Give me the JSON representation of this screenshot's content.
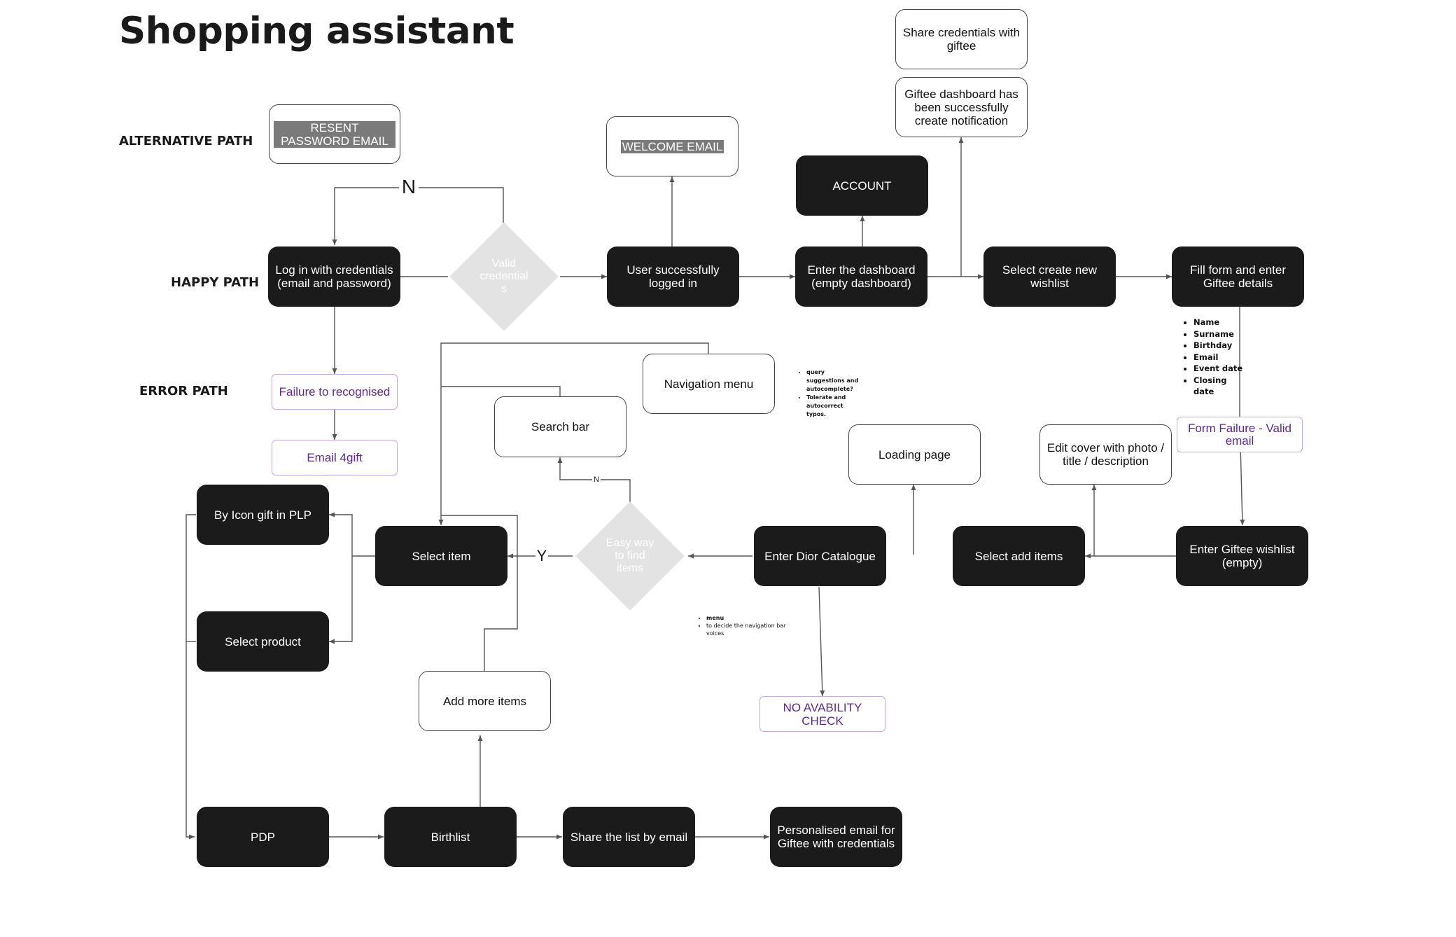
{
  "title": "Shopping assistant",
  "lanes": {
    "alternative": "ALTERNATIVE PATH",
    "happy": "HAPPY PATH",
    "error": "ERROR PATH"
  },
  "nodes": {
    "resent_password_email": "RESENT PASSWORD EMAIL",
    "welcome_email": "WELCOME EMAIL",
    "share_credentials": "Share credentials with giftee",
    "giftee_dashboard_notification": "Giftee dashboard has been successfully create notification",
    "account": "ACCOUNT",
    "log_in": "Log in with credentials (email and password)",
    "valid_credentials": "Valid credential s",
    "user_logged_in": "User successfully logged in",
    "enter_dashboard": "Enter the dashboard (empty dashboard)",
    "select_create_wishlist": "Select create new wishlist",
    "fill_form": "Fill form and enter Giftee details",
    "failure_recognised": "Failure to recognised",
    "email_4gift": "Email 4gift",
    "navigation_menu": "Navigation menu",
    "search_bar": "Search bar",
    "loading_page": "Loading page",
    "edit_cover": "Edit cover with photo / title / description",
    "form_failure": "Form Failure - Valid email",
    "by_icon_gift": "By Icon gift in PLP",
    "select_item": "Select item",
    "easy_way": "Easy way to find items",
    "enter_dior_catalogue": "Enter Dior Catalogue",
    "select_add_items": "Select add items",
    "enter_giftee_wishlist": "Enter Giftee wishlist (empty)",
    "select_product": "Select product",
    "add_more_items": "Add more items",
    "no_availability_check": "NO AVABILITY CHECK",
    "pdp": "PDP",
    "birthlist": "Birthlist",
    "share_list_email": "Share the list by email",
    "personalised_email": "Personalised email for Giftee with credentials"
  },
  "edge_labels": {
    "n_top": "N",
    "y_left": "Y",
    "n_small": "N"
  },
  "notes": {
    "form_fields": [
      "Name",
      "Surname",
      "Birthday",
      "Email",
      "Event date",
      "Closing date"
    ],
    "search_notes": [
      "query suggestions and autocomplete?",
      "Tolerate and autocorrect typos."
    ],
    "menu_notes": [
      "menu",
      "to decide the navigation bar voices"
    ]
  },
  "colors": {
    "dark_node": "#1b1b1b",
    "decision": "#e3e3e3",
    "error_text": "#5b2a91",
    "error_border": "#c8a8e0",
    "edge": "#555555"
  }
}
